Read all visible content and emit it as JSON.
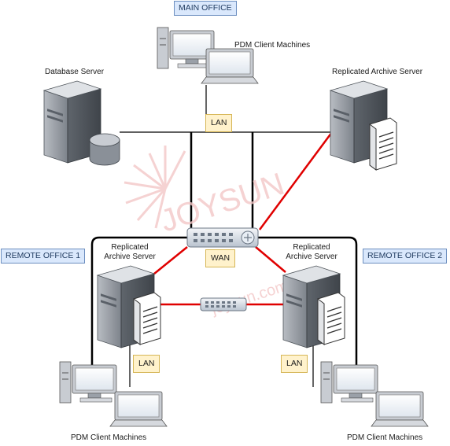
{
  "regions": {
    "main_office": "MAIN OFFICE",
    "remote_office_1": "REMOTE OFFICE 1",
    "remote_office_2": "REMOTE OFFICE 2"
  },
  "nodes": {
    "main_clients": "PDM Client Machines",
    "database_server": "Database Server",
    "replicated_archive_main": "Replicated Archive Server",
    "remote1_archive_line1": "Replicated",
    "remote1_archive_line2": "Archive Server",
    "remote2_archive_line1": "Replicated",
    "remote2_archive_line2": "Archive Server",
    "remote1_clients": "PDM Client Machines",
    "remote2_clients": "PDM Client Machines"
  },
  "links": {
    "main_lan": "LAN",
    "wan": "WAN",
    "remote1_lan": "LAN",
    "remote2_lan": "LAN"
  },
  "watermark": {
    "latin": "JOYSUN",
    "url": "joysun.com.cn"
  },
  "colors": {
    "lan_line": "#000000",
    "wan_line": "#e00000",
    "region_fill": "#dae8fc",
    "region_border": "#6c8ebf",
    "tag_fill": "#fff2cc",
    "tag_border": "#d6b656",
    "watermark": "#f3c7c7"
  }
}
